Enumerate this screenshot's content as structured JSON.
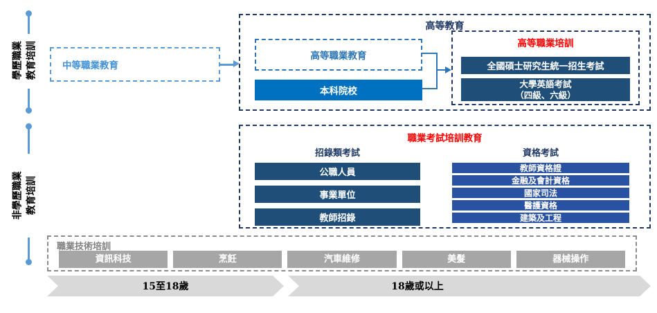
{
  "colors": {
    "light_blue": "#5B9BD5",
    "medium_blue": "#2E75B6",
    "bright_blue": "#0070C0",
    "navy": "#1F3864",
    "steel_blue": "#1F4E79",
    "royal_blue": "#2A52A3",
    "red": "#FF0000",
    "gray_box": "#A6A6A6",
    "gray_border": "#8C8C8C",
    "band_gray": "#D9D9D9"
  },
  "left_rail": {
    "academic": {
      "lines": [
        "學歷職業",
        "教育培訓"
      ]
    },
    "non_academic": {
      "lines": [
        "非學歷職業",
        "教育培訓"
      ]
    }
  },
  "secondary": {
    "label": "中等職業教育"
  },
  "higher_education": {
    "title": "高等教育",
    "vocational": "高等職業教育",
    "undergraduate": "本科院校",
    "training": {
      "title": "高等職業培訓",
      "exam1": "全國碩士研究生統一招生考試",
      "exam2_line1": "大學英語考試",
      "exam2_line2": "（四級、六級）"
    }
  },
  "exam_training": {
    "title": "職業考試培訓教育",
    "recruitment": {
      "header": "招錄類考試",
      "items": [
        "公職人員",
        "事業單位",
        "教師招錄"
      ]
    },
    "qualification": {
      "header": "資格考試",
      "items": [
        "教師資格證",
        "金融及會計資格",
        "國家司法",
        "醫護資格",
        "建築及工程"
      ]
    }
  },
  "skills_training": {
    "title": "職業技術培訓",
    "items": [
      "資訊科技",
      "烹飪",
      "汽車維修",
      "美髮",
      "器械操作"
    ]
  },
  "age_band": {
    "segment1": "15至18歲",
    "segment2": "18歲或以上"
  }
}
